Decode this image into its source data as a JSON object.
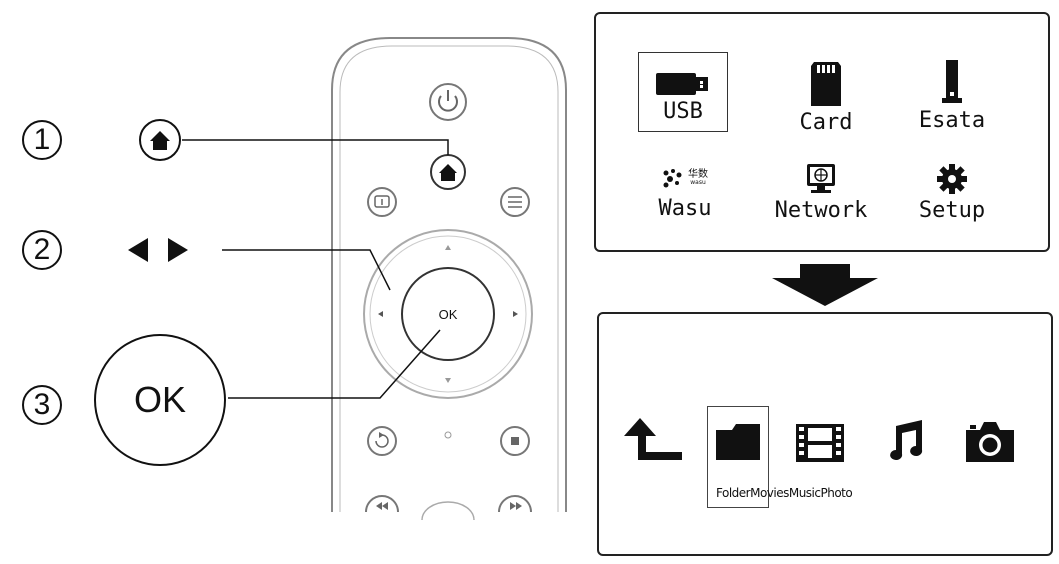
{
  "steps": [
    {
      "number": "1"
    },
    {
      "number": "2"
    },
    {
      "number": "3"
    }
  ],
  "remote": {
    "ok_label": "OK",
    "ok_big_label": "OK"
  },
  "home_menu": {
    "items": [
      {
        "label": "USB",
        "icon": "usb-drive-icon",
        "selected": true
      },
      {
        "label": "Card",
        "icon": "sd-card-icon",
        "selected": false
      },
      {
        "label": "Esata",
        "icon": "esata-drive-icon",
        "selected": false
      },
      {
        "label": "Wasu",
        "icon": "wasu-logo-icon",
        "selected": false
      },
      {
        "label": "Network",
        "icon": "network-icon",
        "selected": false
      },
      {
        "label": "Setup",
        "icon": "gear-icon",
        "selected": false
      }
    ],
    "wasu_logo_text": "华数",
    "wasu_logo_subtext": "wasu"
  },
  "media_menu": {
    "icons": [
      "back-arrow-icon",
      "folder-icon",
      "film-icon",
      "music-note-icon",
      "camera-icon"
    ],
    "caption": "FolderMoviesMusicPhoto",
    "selected": "folder"
  }
}
